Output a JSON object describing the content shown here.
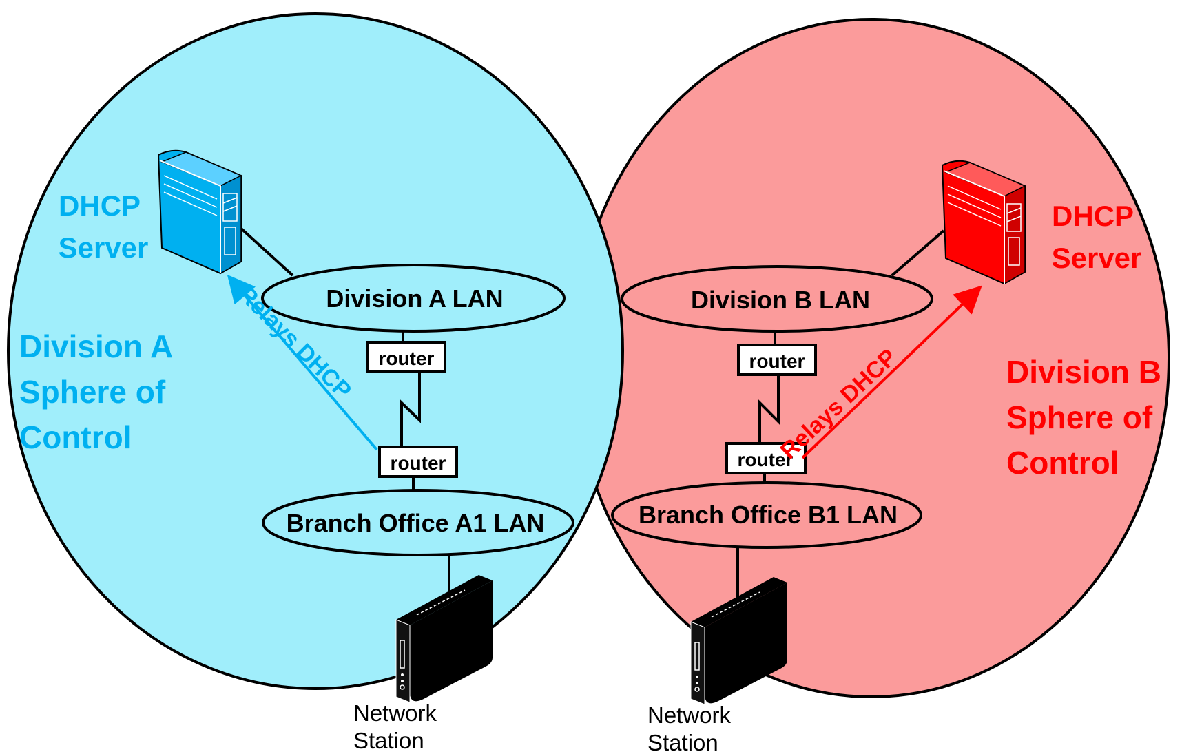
{
  "colors": {
    "division_a_fill": "#a0eefb",
    "division_a_accent": "#00b0f0",
    "division_b_fill": "#fb9b9b",
    "division_b_accent": "#ff0000",
    "stroke": "#000000"
  },
  "division_a": {
    "sphere_lines": [
      "Division A",
      "Sphere of",
      "Control"
    ],
    "server_lines": [
      "DHCP",
      "Server"
    ],
    "lan": "Division A LAN",
    "router_top": "router",
    "router_bottom": "router",
    "branch_lan": "Branch Office A1 LAN",
    "relay": "Relays DHCP",
    "station_lines": [
      "Network",
      "Station"
    ],
    "server_icon": "server-tower-icon",
    "station_icon": "network-station-icon"
  },
  "division_b": {
    "sphere_lines": [
      "Division B",
      "Sphere of",
      "Control"
    ],
    "server_lines": [
      "DHCP",
      "Server"
    ],
    "lan": "Division B LAN",
    "router_top": "router",
    "router_bottom": "router",
    "branch_lan": "Branch Office B1 LAN",
    "relay": "Relays DHCP",
    "station_lines": [
      "Network",
      "Station"
    ],
    "server_icon": "server-tower-icon",
    "station_icon": "network-station-icon"
  }
}
